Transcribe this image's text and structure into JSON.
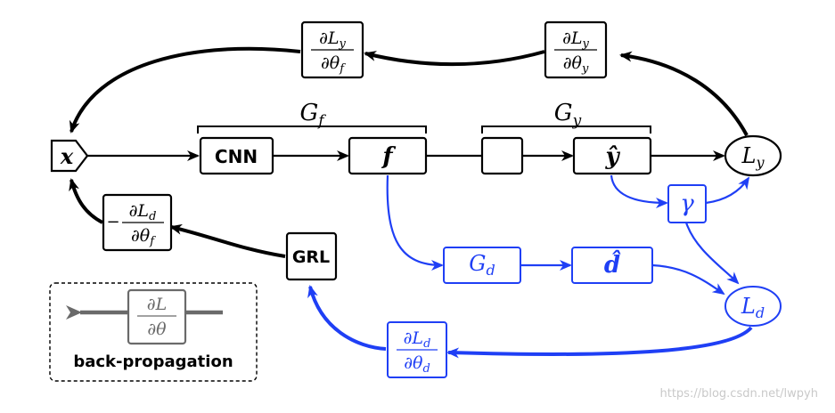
{
  "nodes": {
    "x": "x",
    "cnn": "CNN",
    "f": "f",
    "gy_box": "",
    "yhat": "ŷ",
    "ly_main": "L",
    "ly_sub": "y",
    "gamma": "γ",
    "gd_main": "G",
    "gd_sub": "d",
    "dhat": "d̂",
    "ld_main": "L",
    "ld_sub": "d",
    "grl": "GRL"
  },
  "braces": {
    "gf_main": "G",
    "gf_sub": "f",
    "gy_main": "G",
    "gy_sub": "y"
  },
  "gradients": {
    "top_left": {
      "num_main": "∂L",
      "num_sub": "y",
      "den_main": "∂θ",
      "den_sub": "f"
    },
    "top_right": {
      "num_main": "∂L",
      "num_sub": "y",
      "den_main": "∂θ",
      "den_sub": "y"
    },
    "left": {
      "sign": "−",
      "num_main": "∂L",
      "num_sub": "d",
      "den_main": "∂θ",
      "den_sub": "f"
    },
    "bottom": {
      "num_main": "∂L",
      "num_sub": "d",
      "den_main": "∂θ",
      "den_sub": "d"
    }
  },
  "legend": {
    "num": "∂L",
    "den": "∂θ",
    "caption": "back-propagation"
  },
  "watermark": "https://blog.csdn.net/lwpyh",
  "colors": {
    "forward": "#000000",
    "domain": "#1f3ff5",
    "legend_gray": "#6a6a6a",
    "watermark": "#c9c9c9"
  }
}
